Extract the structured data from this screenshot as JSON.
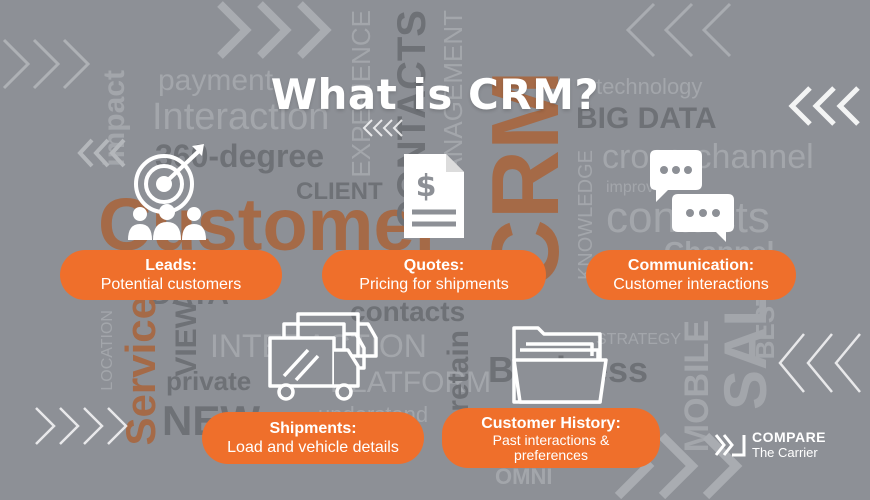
{
  "title": "What is CRM?",
  "cards": [
    {
      "id": "leads",
      "heading": "Leads:",
      "description": "Potential customers",
      "icon": "target-audience-icon"
    },
    {
      "id": "quotes",
      "heading": "Quotes:",
      "description": "Pricing for shipments",
      "icon": "invoice-dollar-icon"
    },
    {
      "id": "communication",
      "heading": "Communication:",
      "description": "Customer interactions",
      "icon": "chat-bubbles-icon"
    },
    {
      "id": "shipments",
      "heading": "Shipments:",
      "description": "Load and vehicle details",
      "icon": "trucks-icon"
    },
    {
      "id": "history",
      "heading": "Customer History:",
      "description": "Past interactions & preferences",
      "icon": "folder-files-icon"
    }
  ],
  "logo": {
    "brand": "COMPARE",
    "tagline": "The Carrier"
  },
  "background_words": {
    "w01": "payment",
    "w02": "Interaction",
    "w03": "360-degree",
    "w04": "CLIENT",
    "w05": "Customer",
    "w06": "impact",
    "w07": "EXPERIENCE",
    "w08": "CONTACTS",
    "w09": "MANAGEMENT",
    "w10": "CRM",
    "w11": "technology",
    "w12": "BIG DATA",
    "w13": "cross-channel",
    "w14": "contacts",
    "w15": "Channel",
    "w16": "KNOWLEDGE",
    "w17": "improve",
    "w18": "DATA",
    "w19": "contacts",
    "w20": "INTERACTION",
    "w21": "private",
    "w22": "PLATFORM",
    "w23": "retain",
    "w24": "Business",
    "w25": "OMNI",
    "w26": "Service",
    "w27": "VIEW",
    "w28": "NEW",
    "w29": "MOBILE",
    "w30": "STRATEGY",
    "w31": "LOCATION",
    "w32": "BEST",
    "w33": "SALE",
    "w34": "understand"
  },
  "colors": {
    "accent": "#ef6f2b",
    "background": "#8d9096",
    "text": "#ffffff"
  }
}
